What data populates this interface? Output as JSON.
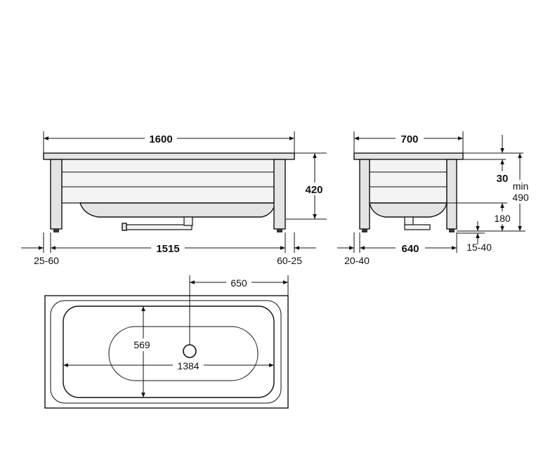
{
  "front_view": {
    "overall_length": "1600",
    "height_to_rim": "420",
    "leg_span": "1515",
    "left_offset": "25-60",
    "right_offset": "60-25"
  },
  "side_view": {
    "overall_width": "700",
    "rim_thickness": "30",
    "min_label": "min",
    "min_height": "490",
    "leg_height": "180",
    "leg_span": "640",
    "left_offset": "20-40",
    "foot_adjust": "15-40"
  },
  "plan_view": {
    "drain_offset": "650",
    "inner_width": "569",
    "inner_length": "1384"
  }
}
